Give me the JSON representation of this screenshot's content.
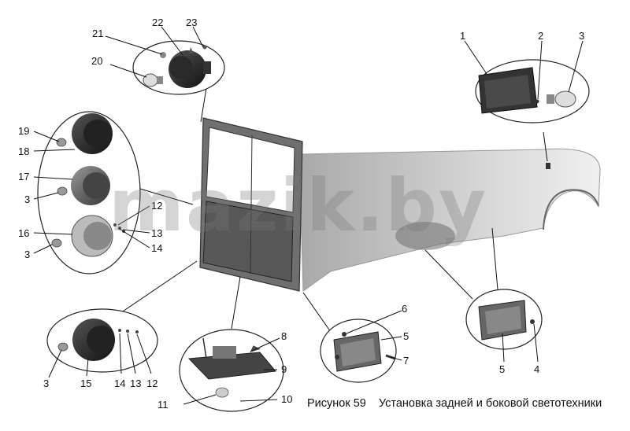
{
  "figure": {
    "number_label": "Рисунок 59",
    "title": "Установка задней и боковой светотехники"
  },
  "watermark": "mazik.by",
  "callouts": [
    "1",
    "2",
    "3",
    "4",
    "5",
    "6",
    "7",
    "8",
    "9",
    "10",
    "11",
    "12",
    "13",
    "14",
    "15",
    "16",
    "17",
    "18",
    "19",
    "20",
    "21",
    "22",
    "23"
  ],
  "callouts_repeat": [
    "3",
    "3",
    "3",
    "5",
    "12",
    "13",
    "14"
  ]
}
